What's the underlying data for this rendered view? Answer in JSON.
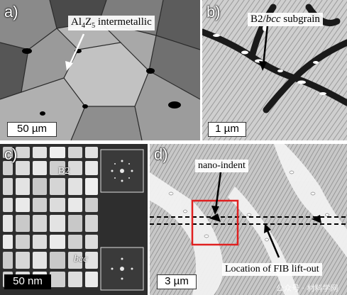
{
  "panels": {
    "a": {
      "label": "a)",
      "annotation_main": "Al",
      "annotation_sub1": "4",
      "annotation_mid": "Z",
      "annotation_sub2": "5",
      "annotation_tail": " intermetallic",
      "scale": "50 µm"
    },
    "b": {
      "label": "b)",
      "annotation_prefix": "B2/",
      "annotation_italic": "bcc",
      "annotation_suffix": " subgrain",
      "scale": "1 µm"
    },
    "c": {
      "label": "c)",
      "phase_b2": "B2",
      "phase_bcc": "bcc",
      "scale": "50 nm"
    },
    "d": {
      "label": "d)",
      "nano_indent": "nano-indent",
      "fib_location": "Location of FIB lift-out",
      "scale": "3 µm",
      "watermark": "公众号 · 材料学网"
    }
  },
  "colors": {
    "indent_box": "#e02020",
    "background": "#ffffff"
  }
}
